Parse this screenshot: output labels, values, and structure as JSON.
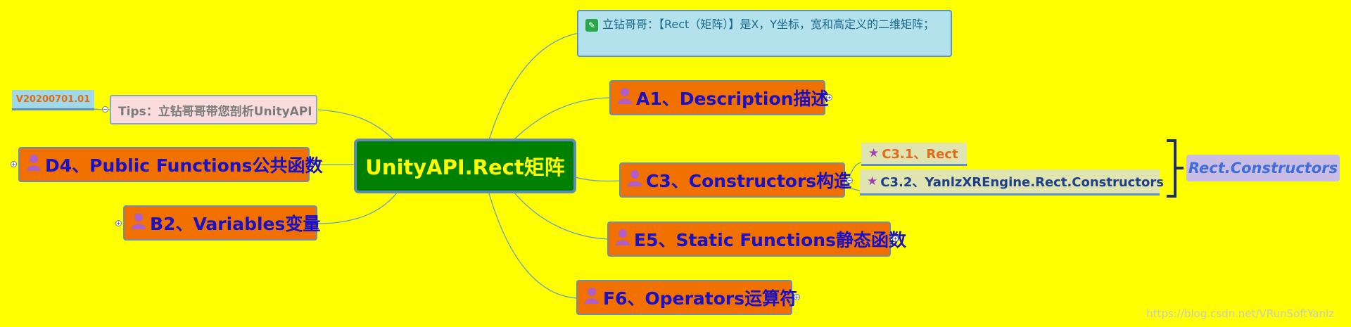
{
  "root": {
    "label": "UnityAPI.Rect矩阵"
  },
  "note": {
    "text": "立钻哥哥：【Rect（矩阵）】是X，Y坐标，宽和高定义的二维矩阵；"
  },
  "tips": {
    "label": "Tips：立钻哥哥带您剖析UnityAPI"
  },
  "version": {
    "label": "V20200701.01"
  },
  "branches": {
    "a1": "A1、Description描述",
    "c3": "C3、Constructors构造",
    "e5": "E5、Static Functions静态函数",
    "f6": "F6、Operators运算符",
    "d4": "D4、Public Functions公共函数",
    "b2": "B2、Variables变量"
  },
  "c3_children": [
    {
      "label": "C3.1、Rect"
    },
    {
      "label": "C3.2、YanlzXREngine.Rect.Constructors"
    }
  ],
  "summary": {
    "label": "Rect.Constructors"
  },
  "watermark": "https://blog.csdn.net/VRunSoftYanlz",
  "icons": {
    "branch_icon": "person-icon",
    "child_icon": "star-icon",
    "note_icon": "edit-icon"
  },
  "colors": {
    "background": "#ffff00",
    "root_fill": "#008000",
    "branch_fill": "#f07000",
    "branch_text": "#1a10c8"
  }
}
